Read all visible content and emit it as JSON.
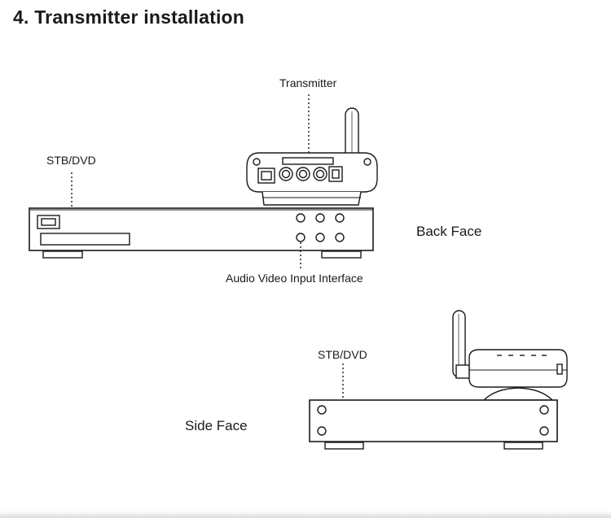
{
  "heading": {
    "number": "4",
    "title": "Transmitter installation"
  },
  "back_face": {
    "transmitter_label": "Transmitter",
    "stb_label": "STB/DVD",
    "view_label": "Back Face",
    "interface_label": "Audio Video Input Interface"
  },
  "side_face": {
    "stb_label": "STB/DVD",
    "view_label": "Side Face"
  },
  "colors": {
    "line": "#1a1a1a",
    "background": "#ffffff"
  }
}
